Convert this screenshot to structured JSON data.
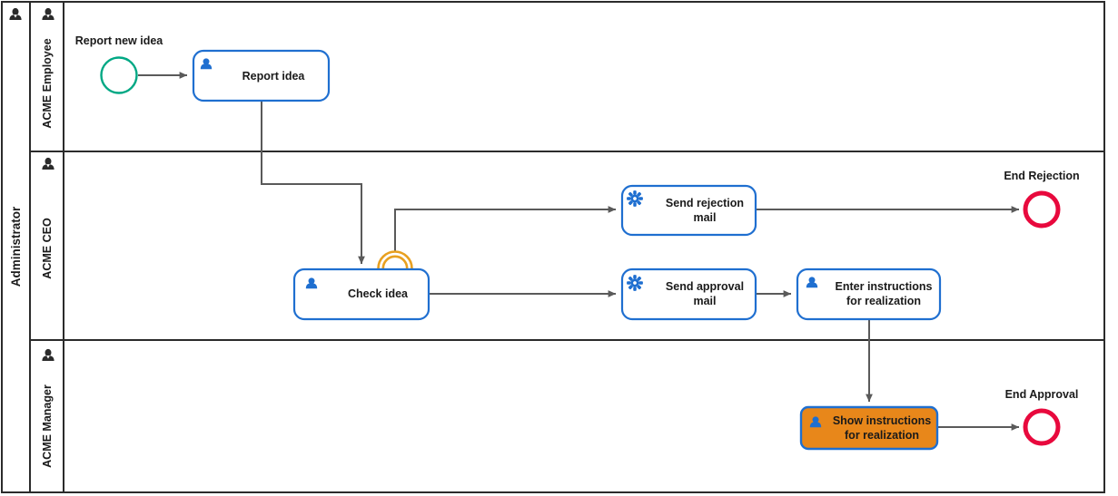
{
  "diagram": {
    "type": "bpmn-process-diagram",
    "pool": {
      "name": "Administrator",
      "icon": "user-icon"
    },
    "lanes": [
      {
        "id": "lane-employee",
        "name": "ACME Employee",
        "icon": "user-icon"
      },
      {
        "id": "lane-ceo",
        "name": "ACME CEO",
        "icon": "user-icon"
      },
      {
        "id": "lane-manager",
        "name": "ACME Manager",
        "icon": "user-icon"
      }
    ],
    "events": [
      {
        "id": "start-report-new-idea",
        "label": "Report new idea",
        "kind": "start-event",
        "color": "#00A884"
      },
      {
        "id": "boundary-check-idea",
        "label": "",
        "kind": "boundary-event-non-interrupting",
        "color": "#E8A020"
      },
      {
        "id": "end-rejection",
        "label": "End Rejection",
        "kind": "end-event",
        "color": "#E8093D"
      },
      {
        "id": "end-approval",
        "label": "End Approval",
        "kind": "end-event",
        "color": "#E8093D"
      }
    ],
    "tasks": [
      {
        "id": "task-report-idea",
        "label": "Report idea",
        "lines": [
          "Report idea"
        ],
        "icon": "user-task-icon",
        "highlighted": false
      },
      {
        "id": "task-check-idea",
        "label": "Check idea",
        "lines": [
          "Check idea"
        ],
        "icon": "user-task-icon",
        "highlighted": false
      },
      {
        "id": "task-send-rejection-mail",
        "label": "Send rejection mail",
        "lines": [
          "Send rejection",
          "mail"
        ],
        "icon": "service-task-icon",
        "highlighted": false
      },
      {
        "id": "task-send-approval-mail",
        "label": "Send approval mail",
        "lines": [
          "Send approval",
          "mail"
        ],
        "icon": "service-task-icon",
        "highlighted": false
      },
      {
        "id": "task-enter-instructions",
        "label": "Enter instructions for realization",
        "lines": [
          "Enter instructions",
          "for realization"
        ],
        "icon": "user-task-icon",
        "highlighted": false
      },
      {
        "id": "task-show-instructions",
        "label": "Show instructions for realization",
        "lines": [
          "Show instructions",
          "for realization"
        ],
        "icon": "user-task-icon",
        "highlighted": true
      }
    ],
    "colors": {
      "task_stroke": "#1f6fd0",
      "task_icon": "#1f6fd0",
      "highlight_fill": "#E8871A",
      "start_event": "#00A884",
      "boundary_event": "#E8A020",
      "end_event": "#E8093D",
      "flow_line": "#5a5a5a",
      "frame": "#2b2b2b"
    }
  }
}
